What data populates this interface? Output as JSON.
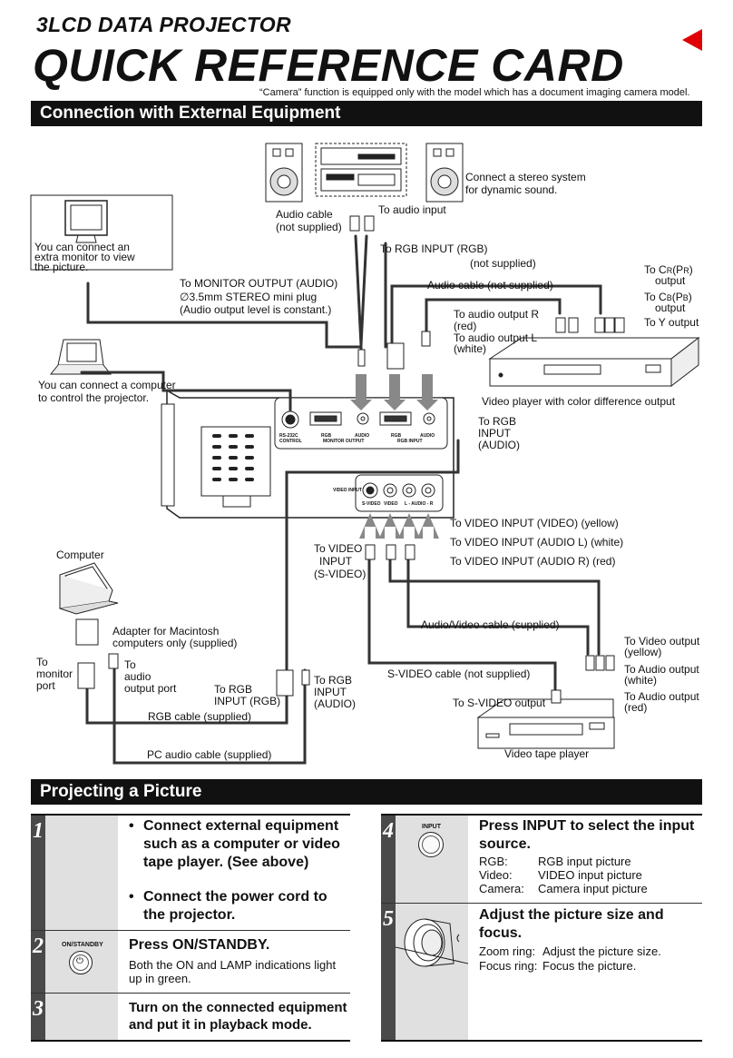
{
  "header": {
    "subtitle": "3LCD DATA PROJECTOR",
    "title": "QUICK REFERENCE CARD",
    "camera_note": "“Camera” function is equipped only with the model which has a document imaging camera model.",
    "accent_color": "#e00000"
  },
  "connection": {
    "heading": "Connection with External Equipment",
    "labels": {
      "stereo_note_1": "Connect a stereo system",
      "stereo_note_2": "for dynamic sound.",
      "audio_cable_1": "Audio cable",
      "audio_cable_2": "(not supplied)",
      "to_audio_input": "To audio input",
      "monitor_note_1": "You can connect an",
      "monitor_note_2": "extra monitor to view",
      "monitor_note_3": "the picture.",
      "to_rgb_input_rgb": "To RGB INPUT (RGB)",
      "not_supplied": "(not supplied)",
      "monitor_out_1": "To MONITOR OUTPUT (AUDIO)",
      "monitor_out_2": "∅3.5mm STEREO mini plug",
      "monitor_out_3": "(Audio output level is constant.)",
      "audio_cable_ns": "Audio cable (not supplied)",
      "to_cr_1": "To C",
      "to_cr_r": "R",
      "to_cr_p": "(P",
      "to_cr_pr": "R",
      "to_cr_close": ")",
      "to_cr_out": "output",
      "to_cb_1": "To C",
      "to_cb_b": "B",
      "to_cb_p": "(P",
      "to_cb_pb": "B",
      "to_cb_close": ")",
      "to_cb_out": "output",
      "to_y": "To Y output",
      "to_audio_r_1": "To audio output R",
      "to_audio_r_2": "(red)",
      "to_audio_l_1": "To audio output L",
      "to_audio_l_2": "(white)",
      "computer_ctrl_1": "You can connect a computer",
      "computer_ctrl_2": "to control the projector.",
      "video_player_cd": "Video player with color difference output",
      "to_rgb_audio_1": "To RGB",
      "to_rgb_audio_2": "INPUT",
      "to_rgb_audio_3": "(AUDIO)",
      "panel_rs232c_1": "RS-232C",
      "panel_rs232c_2": "CONTROL",
      "panel_rgb": "RGB",
      "panel_audio": "AUDIO",
      "panel_monitor_output": "MONITOR OUTPUT",
      "panel_rgb2": "RGB",
      "panel_audio2": "AUDIO",
      "panel_rgb_input": "RGB INPUT",
      "panel_video_input": "VIDEO INPUT",
      "panel_svideo": "S-VIDEO",
      "panel_video": "VIDEO",
      "panel_lr": "L - AUDIO - R",
      "computer": "Computer",
      "to_video_input_yellow": "To VIDEO INPUT (VIDEO) (yellow)",
      "to_video_input_white": "To VIDEO INPUT (AUDIO L) (white)",
      "to_video_input_red": "To VIDEO INPUT (AUDIO R) (red)",
      "to_svideo_in_1": "To VIDEO",
      "to_svideo_in_2": "INPUT",
      "to_svideo_in_3": "(S-VIDEO)",
      "mac_adapter_1": "Adapter for Macintosh",
      "mac_adapter_2": "computers only (supplied)",
      "av_cable": "Audio/Video cable (supplied)",
      "to_monitor_port_1": "To",
      "to_monitor_port_2": "monitor",
      "to_monitor_port_3": "port",
      "to_audio_port_1": "To",
      "to_audio_port_2": "audio",
      "to_audio_port_3": "output port",
      "to_rgb_rgb_1": "To RGB",
      "to_rgb_rgb_2": "INPUT (RGB)",
      "to_rgb_aud_1": "To RGB",
      "to_rgb_aud_2": "INPUT",
      "to_rgb_aud_3": "(AUDIO)",
      "svideo_cable": "S-VIDEO cable (not supplied)",
      "to_video_out_1": "To Video output",
      "to_video_out_2": "(yellow)",
      "to_audio_out_w_1": "To Audio output",
      "to_audio_out_w_2": "(white)",
      "to_audio_out_r_1": "To Audio output",
      "to_audio_out_r_2": "(red)",
      "to_svideo_out": "To S-VIDEO output",
      "rgb_cable": "RGB cable (supplied)",
      "pc_audio_cable": "PC audio cable (supplied)",
      "video_tape_player": "Video tape player"
    }
  },
  "projecting": {
    "heading": "Projecting a Picture",
    "steps": [
      {
        "num": "1",
        "bullet1": "Connect external equipment such as a computer or video tape player. (See above)",
        "bullet2": "Connect the power cord to the projector."
      },
      {
        "num": "2",
        "button": "ON/STANDBY",
        "heading": "Press ON/STANDBY.",
        "text": "Both the ON and LAMP indications light up in green."
      },
      {
        "num": "3",
        "heading": "Turn on the connected equipment and put it in playback mode."
      },
      {
        "num": "4",
        "button": "INPUT",
        "heading": "Press INPUT to select the input source.",
        "rows": [
          {
            "k": "RGB:",
            "v": "RGB input picture"
          },
          {
            "k": "Video:",
            "v": "VIDEO input picture"
          },
          {
            "k": "Camera:",
            "v": "Camera input picture"
          }
        ]
      },
      {
        "num": "5",
        "heading": "Adjust the picture size and focus.",
        "rows": [
          {
            "k": "Zoom ring:",
            "v": "Adjust the picture size."
          },
          {
            "k": "Focus ring:",
            "v": "Focus the picture."
          }
        ]
      }
    ]
  }
}
